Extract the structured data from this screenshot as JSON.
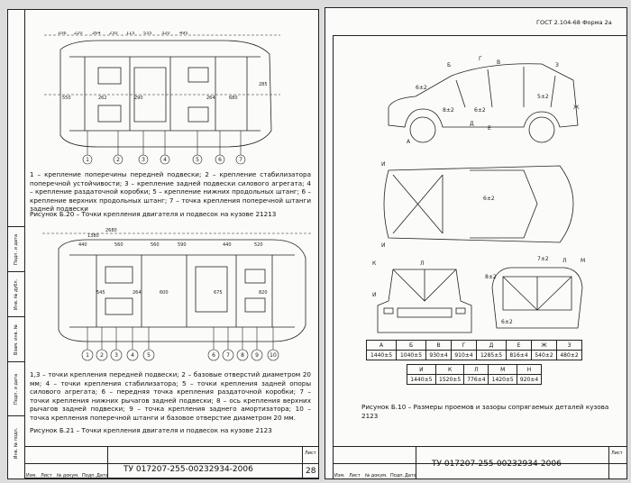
{
  "left_page": {
    "figure_b20": {
      "dimensions": [
        "106",
        "220",
        "264",
        "230",
        "115",
        "535",
        "320",
        "495",
        "285",
        "550",
        "680",
        "290",
        "262",
        "264"
      ],
      "callouts": [
        "1",
        "2",
        "3",
        "4",
        "5",
        "6",
        "7"
      ],
      "legend": "1 – крепление поперечины передней подвески; 2 – крепление стабилизатора поперечной устойчивости; 3 – крепление задней подвески силового агрегата; 4 – крепление раздаточной коробки; 5 – крепление нижних продольных штанг; 6 – крепление верхних продольных штанг; 7 – точка крепления поперечной штанги задней подвески",
      "caption": "Рисунок Б.20 – Точки крепления двигателя и подвесок на кузове 21213"
    },
    "figure_b21": {
      "dimensions": [
        "2680",
        "1380",
        "440",
        "560",
        "560",
        "590",
        "440",
        "520",
        "545",
        "600",
        "820",
        "675",
        "264"
      ],
      "callouts": [
        "1",
        "2",
        "3",
        "4",
        "5",
        "6",
        "7",
        "8",
        "9",
        "10"
      ],
      "legend": "1,3 – точки крепления передней подвески; 2 – базовые отверстий диаметром 20 мм; 4 – точки крепления стабилизатора; 5 – точки крепления задней опоры силового агрегата; 6 – передняя точка крепления раздаточной коробки; 7 – точки крепления нижних рычагов задней подвески; 8 – ось крепления верхних рычагов задней подвески; 9 – точка крепления заднего амортизатора; 10 – точка крепления поперечной штанги и базовое отверстие диаметром 20 мм.",
      "caption": "Рисунок Б.21 – Точки крепления двигателя и подвесок на кузове 2123"
    },
    "side_strip": [
      "Инв. № подл.",
      "Подп. и дата",
      "Взам. инв. №",
      "Инв. № дубл.",
      "Подп. и дата"
    ],
    "stamp": {
      "code": "ТУ 017207-255-00232934-2006",
      "sheet_label": "Лист",
      "sheet_number": "28",
      "columns": [
        "Изм.",
        "Лист",
        "№ докум.",
        "Подп.",
        "Дата"
      ]
    }
  },
  "right_page": {
    "header": "ГОСТ 2.104-68 Форма 2а",
    "gap_labels": [
      "6±2",
      "8±2",
      "6±2",
      "5±2",
      "6±2",
      "7±2",
      "8±2",
      "6±2"
    ],
    "point_labels": [
      "А",
      "Б",
      "В",
      "Г",
      "Д",
      "Е",
      "Ж",
      "З",
      "И",
      "К",
      "Л",
      "М"
    ],
    "table": {
      "row1_head": [
        "А",
        "Б",
        "В",
        "Г",
        "Д",
        "Е",
        "Ж",
        "З"
      ],
      "row1_vals": [
        "1440±5",
        "1040±5",
        "930±4",
        "910±4",
        "1285±5",
        "816±4",
        "540±2",
        "480±2"
      ],
      "row2_head": [
        "И",
        "К",
        "Л",
        "М",
        "Н"
      ],
      "row2_vals": [
        "1440±5",
        "1520±5",
        "776±4",
        "1420±5",
        "920±4"
      ]
    },
    "caption": "Рисунок Б.10 – Размеры проемов и зазоры сопрягаемых деталей кузова 2123",
    "stamp": {
      "code": "ТУ 017207-255-00232934-2006",
      "sheet_label": "Лист",
      "columns": [
        "Изм.",
        "Лист",
        "№ докум.",
        "Подп.",
        "Дата"
      ]
    }
  }
}
